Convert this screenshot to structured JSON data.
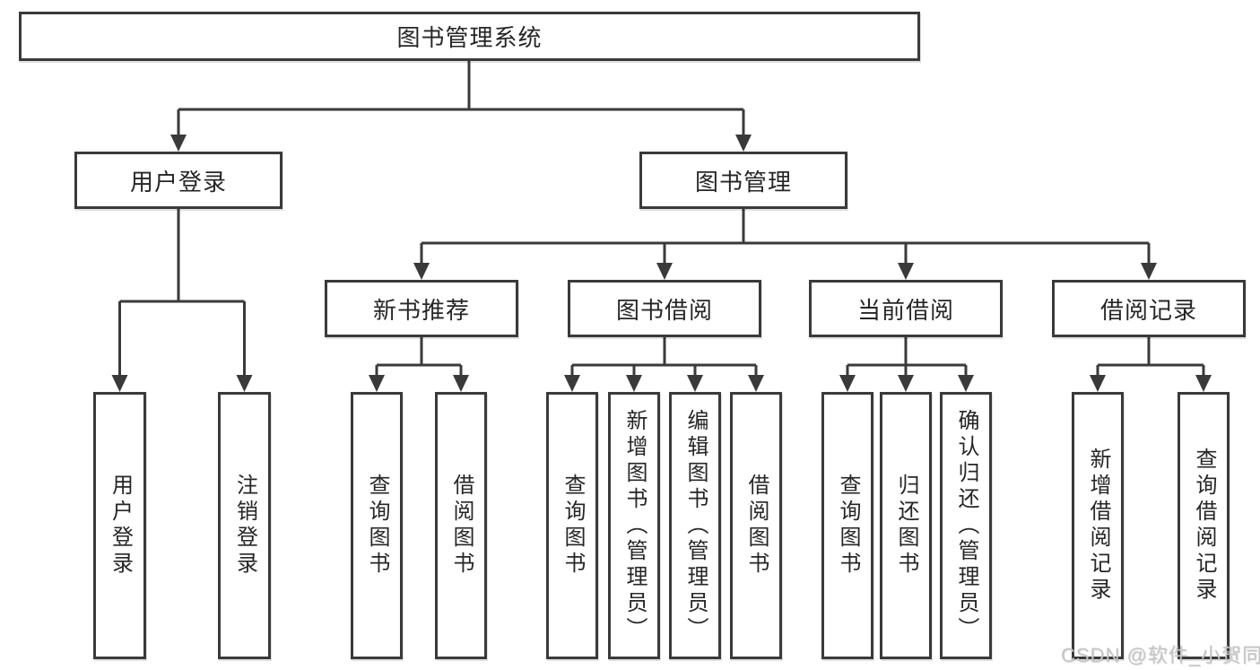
{
  "diagram": {
    "root": "图书管理系统",
    "user_login": {
      "label": "用户登录",
      "children": [
        "用户登录",
        "注销登录"
      ]
    },
    "book_mgmt": {
      "label": "图书管理",
      "sections": {
        "new_books": {
          "label": "新书推荐",
          "children": [
            "查询图书",
            "借阅图书"
          ]
        },
        "borrow": {
          "label": "图书借阅",
          "children": [
            "查询图书",
            "新增图书（管理员）",
            "编辑图书（管理员）",
            "借阅图书"
          ]
        },
        "current": {
          "label": "当前借阅",
          "children": [
            "查询图书",
            "归还图书",
            "确认归还（管理员）"
          ]
        },
        "records": {
          "label": "借阅记录",
          "children": [
            "新增借阅记录",
            "查询借阅记录"
          ]
        }
      }
    }
  },
  "watermark": {
    "text": "CSDN @软件_小贺同学"
  },
  "colors": {
    "line": "#3a3a3a",
    "text": "#262626",
    "watermark": "#c6c6c6",
    "background": "#ffffff"
  }
}
